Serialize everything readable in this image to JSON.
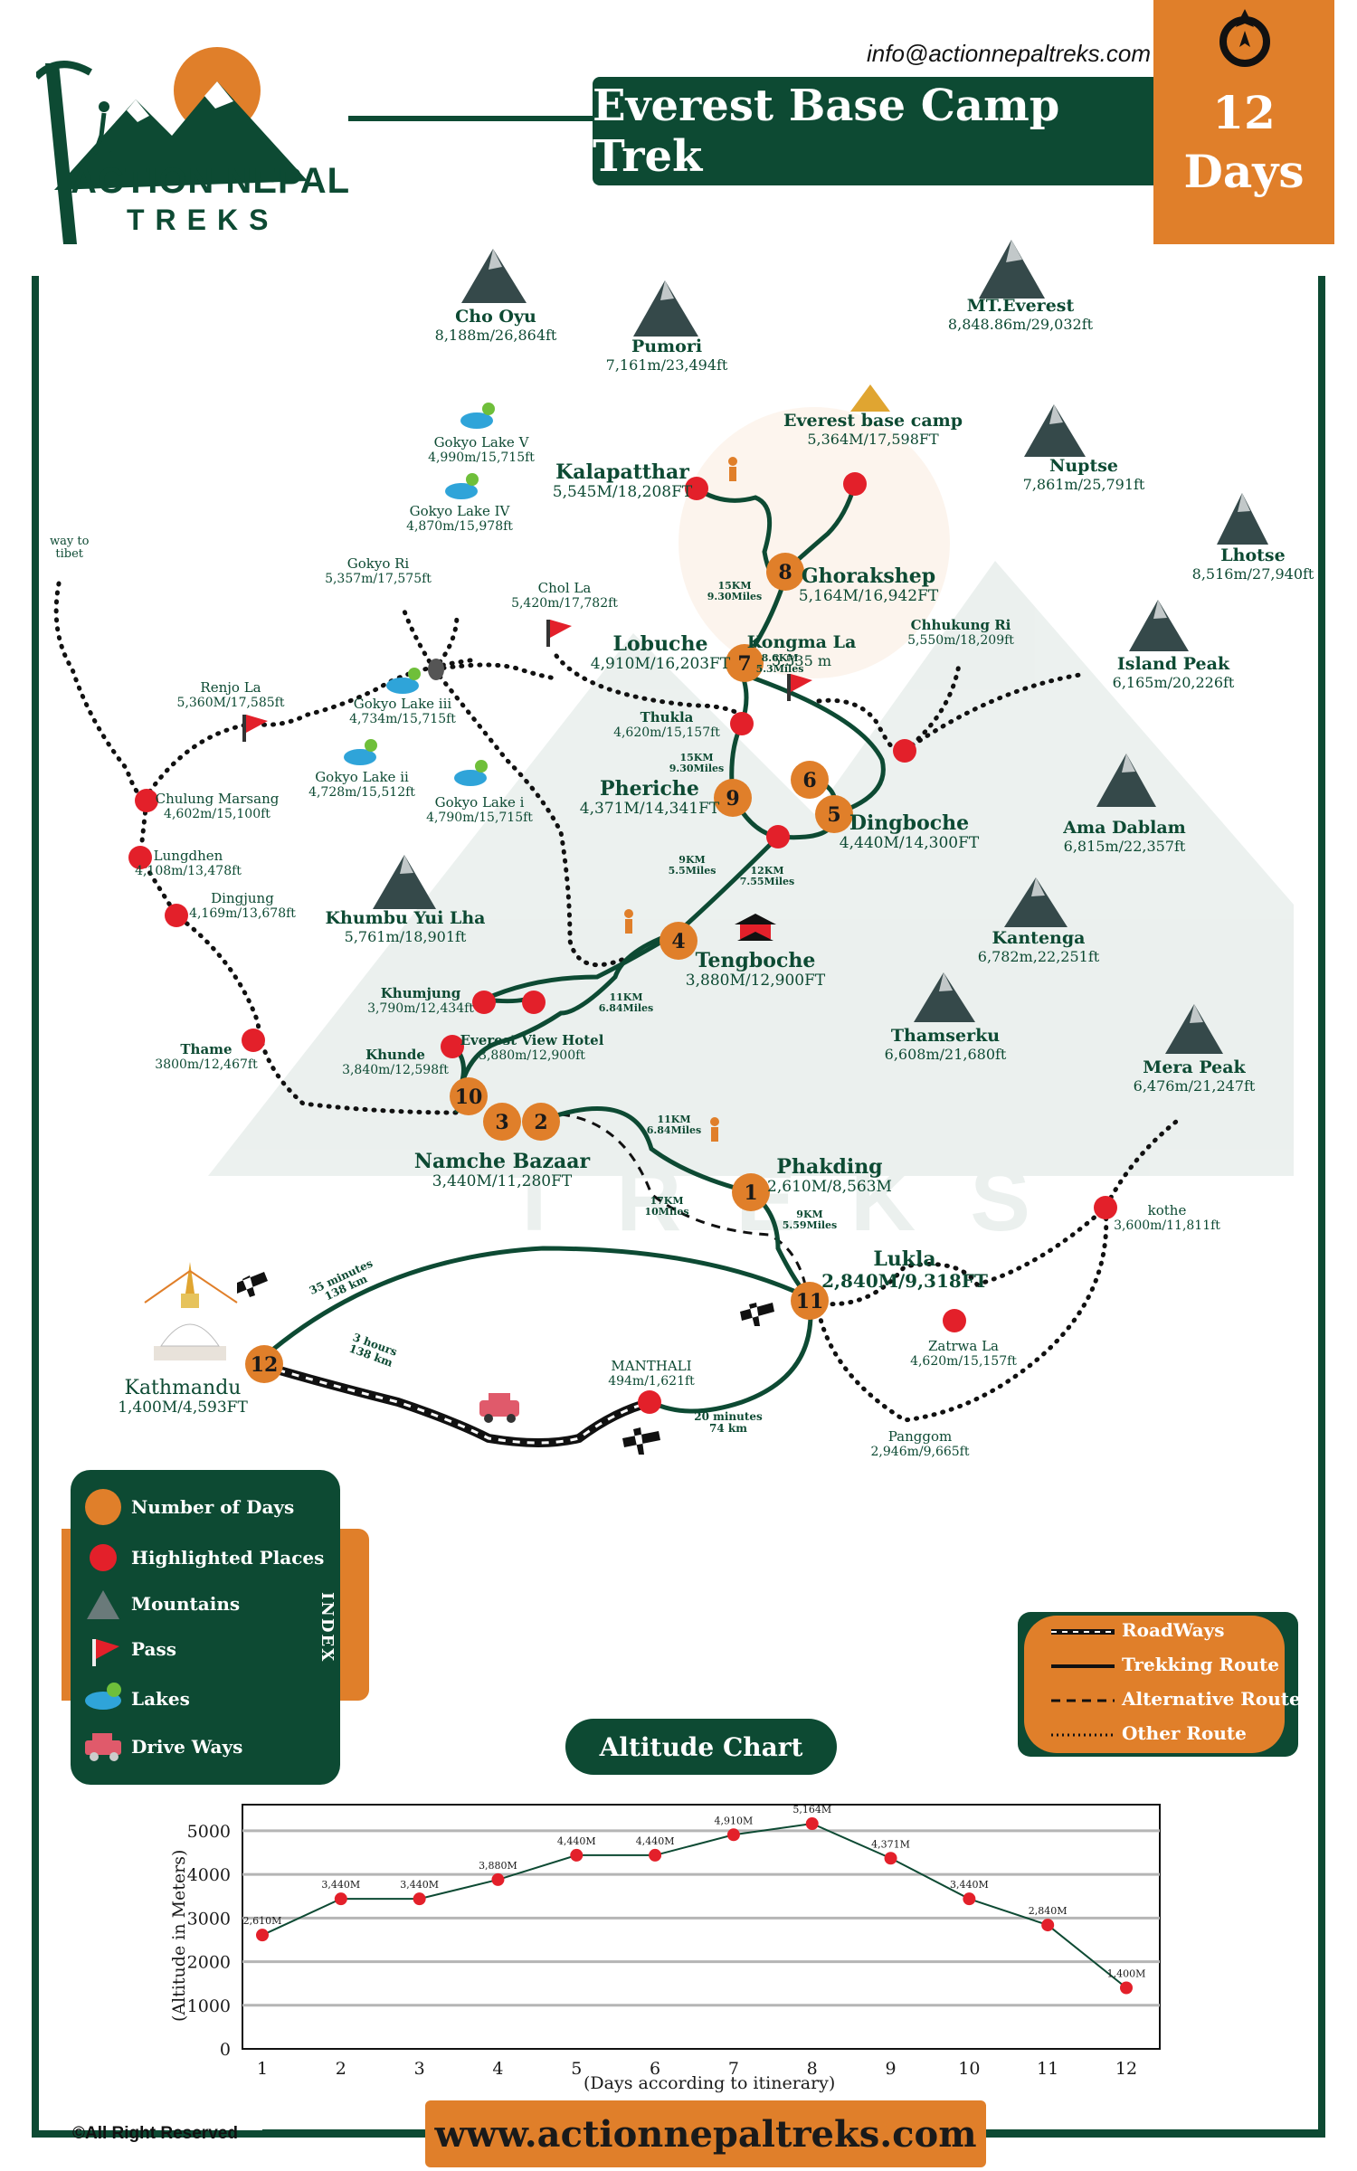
{
  "brand": {
    "name": "ACTION NEPAL",
    "sub": "TREKS"
  },
  "header": {
    "email": "info@actionnepaltreks.com",
    "title": "Everest Base Camp Trek",
    "days_num": "12",
    "days_label": "Days"
  },
  "colors": {
    "green": "#0d4a33",
    "orange": "#e07f2a",
    "red": "#e3202a"
  },
  "mountains": [
    {
      "name": "Cho Oyu",
      "alt": "8,188m/26,864ft"
    },
    {
      "name": "Pumori",
      "alt": "7,161m/23,494ft"
    },
    {
      "name": "MT.Everest",
      "alt": "8,848.86m/29,032ft"
    },
    {
      "name": "Nuptse",
      "alt": "7,861m/25,791ft"
    },
    {
      "name": "Lhotse",
      "alt": "8,516m/27,940ft"
    },
    {
      "name": "Island Peak",
      "alt": "6,165m/20,226ft"
    },
    {
      "name": "Ama Dablam",
      "alt": "6,815m/22,357ft"
    },
    {
      "name": "Kantenga",
      "alt": "6,782m,22,251ft"
    },
    {
      "name": "Thamserku",
      "alt": "6,608m/21,680ft"
    },
    {
      "name": "Mera Peak",
      "alt": "6,476m/21,247ft"
    },
    {
      "name": "Khumbu Yui Lha",
      "alt": "5,761m/18,901ft"
    }
  ],
  "places": {
    "ebc": {
      "name": "Everest base camp",
      "alt": "5,364M/17,598FT"
    },
    "kalapatthar": {
      "name": "Kalapatthar",
      "alt": "5,545M/18,208FT"
    },
    "ghorakshep": {
      "name": "Ghorakshep",
      "alt": "5,164M/16,942FT"
    },
    "lobuche": {
      "name": "Lobuche",
      "alt": "4,910M/16,203FT"
    },
    "kongma": {
      "name": "Kongma La",
      "alt": "5,535 m"
    },
    "thukla": {
      "name": "Thukla",
      "alt": "4,620m/15,157ft"
    },
    "chhukung": {
      "name": "Chhukung Ri",
      "alt": "5,550m/18,209ft"
    },
    "pheriche": {
      "name": "Pheriche",
      "alt": "4,371M/14,341FT"
    },
    "dingboche": {
      "name": "Dingboche",
      "alt": "4,440M/14,300FT"
    },
    "tengboche": {
      "name": "Tengboche",
      "alt": "3,880M/12,900FT"
    },
    "khumjung": {
      "name": "Khumjung",
      "alt": "3,790m/12,434ft"
    },
    "evh": {
      "name": "Everest View Hotel",
      "alt": "3,880m/12,900ft"
    },
    "khunde": {
      "name": "Khunde",
      "alt": "3,840m/12,598ft"
    },
    "thame": {
      "name": "Thame",
      "alt": "3800m/12,467ft"
    },
    "namche": {
      "name": "Namche Bazaar",
      "alt": "3,440M/11,280FT"
    },
    "phakding": {
      "name": "Phakding",
      "alt": "2,610M/8,563M"
    },
    "lukla": {
      "name": "Lukla",
      "alt": "2,840M/9,318FT"
    },
    "kothe": {
      "name": "kothe",
      "alt": "3,600m/11,811ft"
    },
    "zatrwa": {
      "name": "Zatrwa La",
      "alt": "4,620m/15,157ft"
    },
    "panggom": {
      "name": "Panggom",
      "alt": "2,946m/9,665ft"
    },
    "manthali": {
      "name": "MANTHALI",
      "alt": "494m/1,621ft"
    },
    "kathmandu": {
      "name": "Kathmandu",
      "alt": "1,400M/4,593FT"
    },
    "gokyo5": {
      "name": "Gokyo Lake V",
      "alt": "4,990m/15,715ft"
    },
    "gokyo4": {
      "name": "Gokyo Lake IV",
      "alt": "4,870m/15,978ft"
    },
    "gokyori": {
      "name": "Gokyo Ri",
      "alt": "5,357m/17,575ft"
    },
    "chola": {
      "name": "Chol La",
      "alt": "5,420m/17,782ft"
    },
    "gokyo3": {
      "name": "Gokyo Lake iii",
      "alt": "4,734m/15,715ft"
    },
    "gokyo2": {
      "name": "Gokyo Lake ii",
      "alt": "4,728m/15,512ft"
    },
    "gokyo1": {
      "name": "Gokyo Lake i",
      "alt": "4,790m/15,715ft"
    },
    "renjo": {
      "name": "Renjo La",
      "alt": "5,360M/17,585ft"
    },
    "chulung": {
      "name": "Chulung Marsang",
      "alt": "4,602m/15,100ft"
    },
    "lungdhen": {
      "name": "Lungdhen",
      "alt": "4,108m/13,478ft"
    },
    "dingjung": {
      "name": "Dingjung",
      "alt": "4,169m/13,678ft"
    },
    "tibet": {
      "l1": "way to",
      "l2": "tibet"
    }
  },
  "distances": {
    "d1": {
      "a": "15KM",
      "b": "9.30Miles"
    },
    "d2": {
      "a": "8.6KM",
      "b": "5.3Miles"
    },
    "d3": {
      "a": "15KM",
      "b": "9.30Miles"
    },
    "d4": {
      "a": "9KM",
      "b": "5.5Miles"
    },
    "d5": {
      "a": "12KM",
      "b": "7.55Miles"
    },
    "d6": {
      "a": "11KM",
      "b": "6.84Miles"
    },
    "d7": {
      "a": "11KM",
      "b": "6.84Miles"
    },
    "d8": {
      "a": "17KM",
      "b": "10Miles"
    },
    "d9": {
      "a": "9KM",
      "b": "5.59Miles"
    },
    "d10": {
      "a": "35 minutes",
      "b": "138 km"
    },
    "d11": {
      "a": "3 hours",
      "b": "138 km"
    },
    "d12": {
      "a": "20 minutes",
      "b": "74 km"
    }
  },
  "day_markers": [
    "1",
    "2",
    "3",
    "4",
    "5",
    "6",
    "7",
    "8",
    "9",
    "10",
    "11",
    "12"
  ],
  "index": {
    "word": "INDEX",
    "items": [
      "Number of Days",
      "Highlighted Places",
      "Mountains",
      "Pass",
      "Lakes",
      "Drive Ways"
    ]
  },
  "route_legend": [
    "RoadWays",
    "Trekking Route",
    "Alternative Route",
    "Other Route"
  ],
  "altitude_button": "Altitude Chart",
  "chart_data": {
    "type": "line",
    "x": [
      1,
      2,
      3,
      4,
      5,
      6,
      7,
      8,
      9,
      10,
      11,
      12
    ],
    "values": [
      2610,
      3440,
      3440,
      3880,
      4440,
      4440,
      4910,
      5164,
      4371,
      3440,
      2840,
      1400
    ],
    "point_labels": [
      "2,610M",
      "3,440M",
      "3,440M",
      "3,880M",
      "4,440M",
      "4,440M",
      "4,910M",
      "5,164M",
      "4,371M",
      "3,440M",
      "2,840M",
      "1,400M"
    ],
    "yticks": [
      0,
      1000,
      2000,
      3000,
      4000,
      5000
    ],
    "ylim": [
      0,
      5600
    ],
    "xlabel": "(Days according to itinerary)",
    "ylabel": "(Altitude in Meters)",
    "grid": true,
    "line_color": "#0d4a33",
    "point_color": "#e3202a"
  },
  "footer": {
    "copyright": "©All Right Reserved",
    "url": "www.actionnepaltreks.com"
  }
}
